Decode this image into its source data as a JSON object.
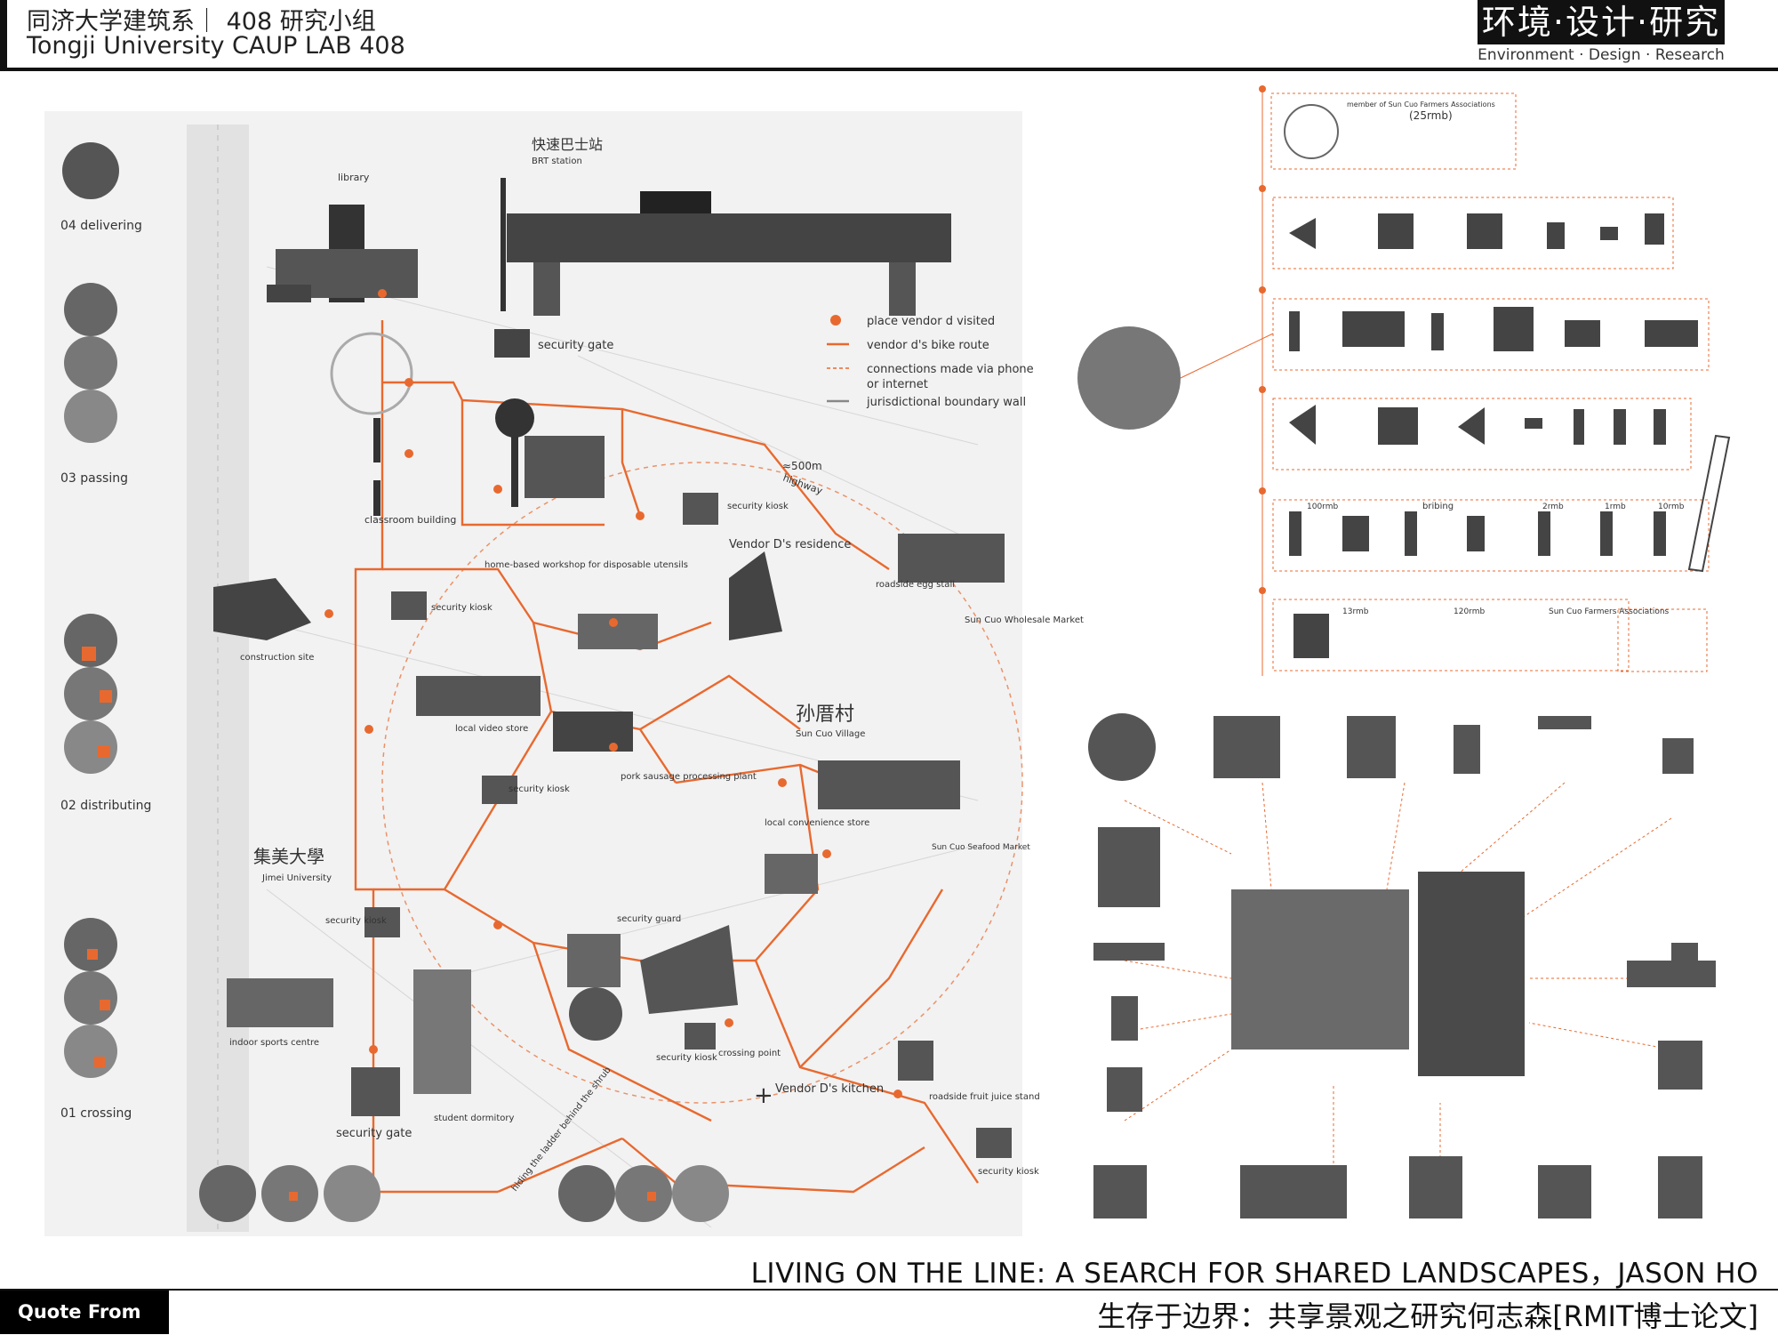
{
  "header": {
    "line1": "同济大学建筑系｜ 408 研究小组",
    "line2": "Tongji University CAUP  LAB 408",
    "brand_cn": "环境·设计·研究",
    "brand_en": "Environment · Design · Research"
  },
  "colors": {
    "accent": "#e8692f",
    "dark": "#111111",
    "map_bg": "#f2f2f2"
  },
  "map": {
    "stages": [
      "04 delivering",
      "03 passing",
      "02 distributing",
      "01 crossing"
    ],
    "legend": [
      "place vendor d visited",
      "vendor d's bike route",
      "connections made via phone",
      "or internet",
      "jurisdictional boundary wall"
    ],
    "brt_cn": "快速巴士站",
    "brt_en": "BRT station",
    "library": "library",
    "security_gate_top": "security gate",
    "classroom": "classroom building",
    "security_kiosk": "security kiosk",
    "vendor_residence": "Vendor D's residence",
    "workshop": "home-based workshop for disposable utensils",
    "roadside_egg": "roadside egg stall",
    "wholesale": "Sun Cuo Wholesale Market",
    "construction": "construction site",
    "video_store": "local video store",
    "village_cn": "孙厝村",
    "village_en": "Sun Cuo Village",
    "pork": "pork sausage processing plant",
    "convenience": "local convenience store",
    "seafood": "Sun Cuo Seafood Market",
    "jimei_cn": "集美大學",
    "jimei_en": "Jimei University",
    "security_guard": "security guard",
    "sports": "indoor sports centre",
    "dormitory": "student dormitory",
    "security_gate_bottom": "security gate",
    "crossing_point": "crossing point",
    "vendor_kitchen": "Vendor D's kitchen",
    "fruit_stand": "roadside fruit juice stand",
    "ladder_text": "hiding the ladder behind the shrub",
    "distance": "≈500m",
    "highway": "highway"
  },
  "process": {
    "fee": "(25rmb)",
    "member": "member of Sun Cuo Farmers Associations",
    "bribing": "bribing",
    "prices": [
      "100rmb",
      "2rmb",
      "1rmb",
      "10rmb"
    ],
    "services": [
      "13rmb",
      "120rmb"
    ],
    "assoc": "Sun Cuo Farmers Associations"
  },
  "footer": {
    "title": "LIVING ON THE LINE: A SEARCH FOR SHARED LANDSCAPES，JASON HO",
    "quote": "Quote From",
    "cn": "生存于边界：共享景观之研究何志森[RMIT博士论文]"
  }
}
